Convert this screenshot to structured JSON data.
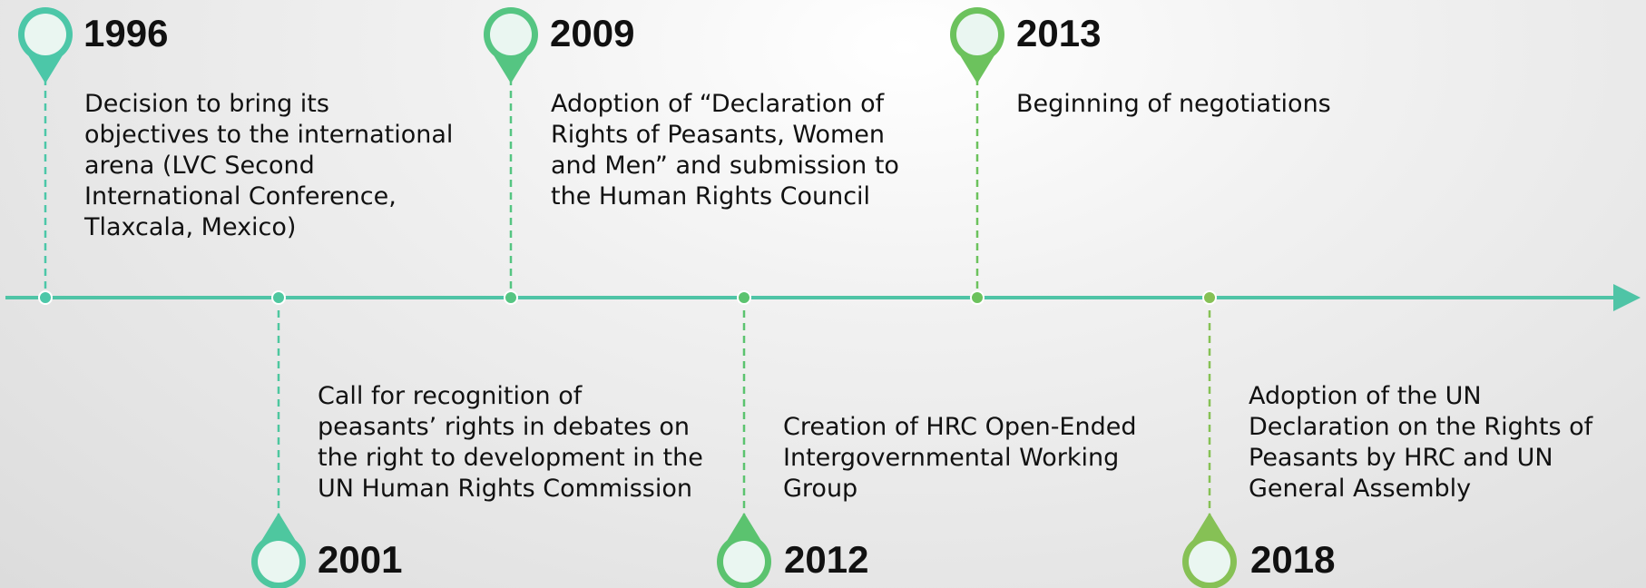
{
  "events": [
    {
      "year": "1996",
      "lines": [
        "Decision to bring its",
        "objectives to the international",
        "arena (LVC Second",
        "International Conference,",
        "Tlaxcala, Mexico)"
      ]
    },
    {
      "year": "2001",
      "lines": [
        "Call for recognition of",
        "peasants’ rights in debates on",
        "the right to development in the",
        "UN Human Rights Commission"
      ]
    },
    {
      "year": "2009",
      "lines": [
        "Adoption of “Declaration of",
        "Rights of Peasants, Women",
        "and Men” and submission to",
        "the Human Rights Council"
      ]
    },
    {
      "year": "2012",
      "lines": [
        "Creation of HRC Open-Ended",
        "Intergovernmental Working",
        "Group"
      ]
    },
    {
      "year": "2013",
      "lines": [
        "Beginning of negotiations"
      ]
    },
    {
      "year": "2018",
      "lines": [
        "Adoption of the UN",
        "Declaration on the Rights of",
        "Peasants by HRC and UN",
        "General Assembly"
      ]
    }
  ],
  "colors": {
    "axis": "#4fc4a6",
    "marker_1996": "#4cc7a8",
    "marker_2001": "#4ec79f",
    "marker_2009": "#55c582",
    "marker_2012": "#5bc36f",
    "marker_2013": "#6cc25d",
    "marker_2018": "#86c155",
    "marker_fill": "#eaf6f1"
  },
  "icons": {
    "marker": "map-pin-icon",
    "axis_end": "arrow-head-icon"
  }
}
